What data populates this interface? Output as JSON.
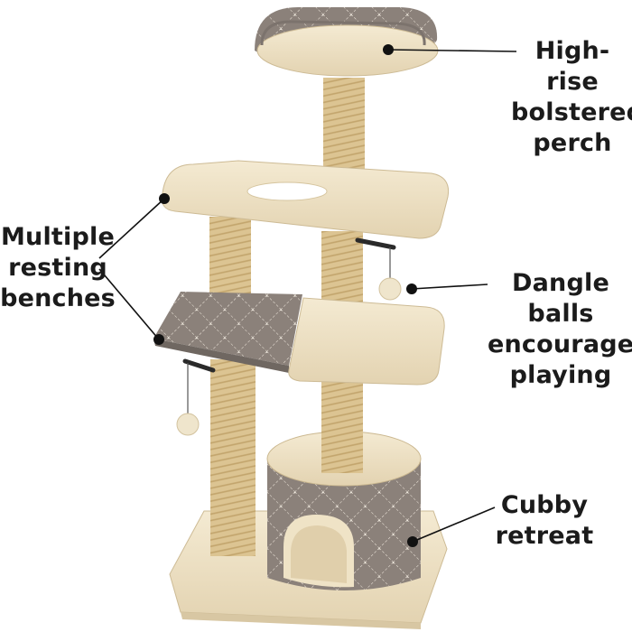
{
  "callouts": {
    "perch": {
      "lines": [
        "High-rise",
        "bolstered",
        "perch"
      ]
    },
    "benches": {
      "lines": [
        "Multiple",
        "resting",
        "benches"
      ]
    },
    "dangle": {
      "lines": [
        "Dangle balls",
        "encourage",
        "playing"
      ]
    },
    "cubby": {
      "lines": [
        "Cubby",
        "retreat"
      ]
    }
  },
  "colors": {
    "plush": "#efe3c6",
    "fabric": "#8a8079",
    "sisal": "#d9c08e",
    "leader": "#111111"
  }
}
